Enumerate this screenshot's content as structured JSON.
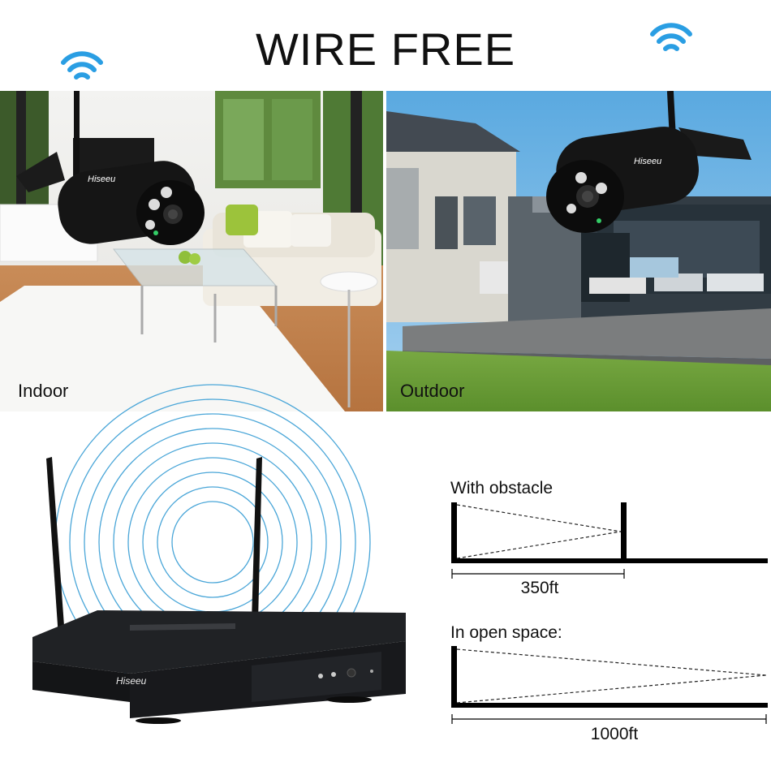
{
  "title": "WIRE FREE",
  "panels": {
    "indoor_label": "Indoor",
    "outdoor_label": "Outdoor"
  },
  "branding": {
    "camera_logo": "Hiseeu",
    "nvr_logo": "Hiseeu"
  },
  "range": {
    "obstacle_label": "With obstacle",
    "obstacle_distance": "350ft",
    "open_label": "In open space:",
    "open_distance": "1000ft"
  },
  "icons": [
    "wifi-icon",
    "wifi-icon"
  ]
}
